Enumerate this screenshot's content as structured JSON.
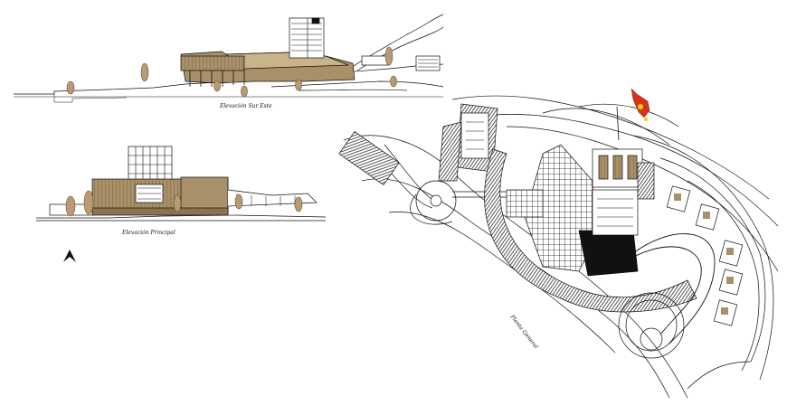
{
  "drawing": {
    "side_elevation_label": "Elevación Sur Este",
    "front_elevation_label": "Elevación Principal",
    "site_plan_label": "Planta General",
    "north_arrow": "north-arrow-icon"
  },
  "colors": {
    "line": "#111111",
    "tan": "#a89068",
    "tan_light": "#c9b48a",
    "tree": "#b89a74",
    "flag_red": "#d8321c",
    "flag_yellow": "#f1d400"
  }
}
